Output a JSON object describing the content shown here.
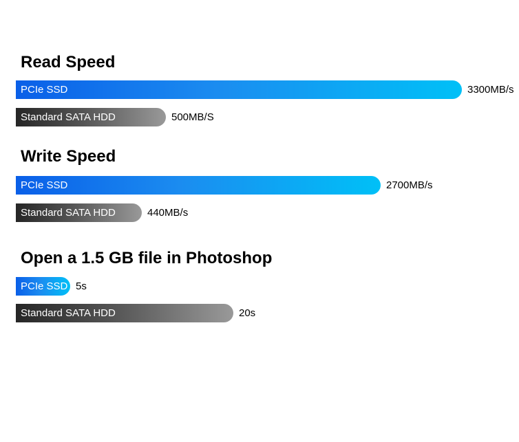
{
  "chart_data": [
    {
      "type": "bar",
      "orientation": "horizontal",
      "title": "Read Speed",
      "unit": "MB/s",
      "categories": [
        "PCIe SSD",
        "Standard SATA HDD"
      ],
      "values": [
        3300,
        500
      ],
      "value_labels": [
        "3300MB/s",
        "500MB/S"
      ],
      "colors": [
        "#0a5fe8-#00c0f7 gradient",
        "#262626-#999999 gradient"
      ]
    },
    {
      "type": "bar",
      "orientation": "horizontal",
      "title": "Write Speed",
      "unit": "MB/s",
      "categories": [
        "PCIe SSD",
        "Standard SATA HDD"
      ],
      "values": [
        2700,
        440
      ],
      "value_labels": [
        "2700MB/s",
        "440MB/s"
      ],
      "colors": [
        "#0a5fe8-#00c0f7 gradient",
        "#262626-#999999 gradient"
      ]
    },
    {
      "type": "bar",
      "orientation": "horizontal",
      "title": "Open a 1.5 GB file in Photoshop",
      "unit": "s",
      "categories": [
        "PCIe SSD",
        "Standard SATA HDD"
      ],
      "values": [
        5,
        20
      ],
      "value_labels": [
        "5s",
        "20s"
      ],
      "colors": [
        "#0a5fe8-#00c0f7 gradient",
        "#262626-#999999 gradient"
      ]
    }
  ]
}
